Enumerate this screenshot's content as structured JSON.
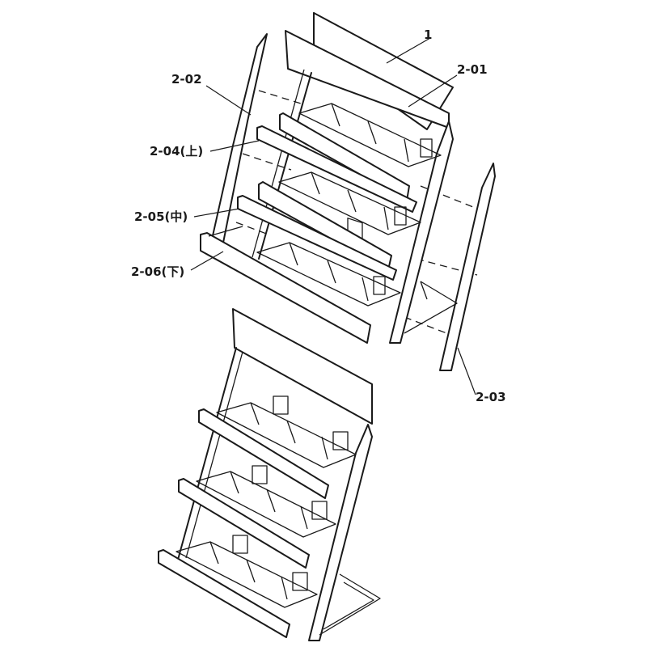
{
  "labels": {
    "part_1": "1",
    "part_2_01": "2-01",
    "part_2_02": "2-02",
    "part_2_03": "2-03",
    "part_2_04": "2-04(上)",
    "part_2_05": "2-05(中)",
    "part_2_06": "2-06(下)"
  },
  "colors": {
    "line": "#1a1a1a",
    "background": "#ffffff"
  }
}
